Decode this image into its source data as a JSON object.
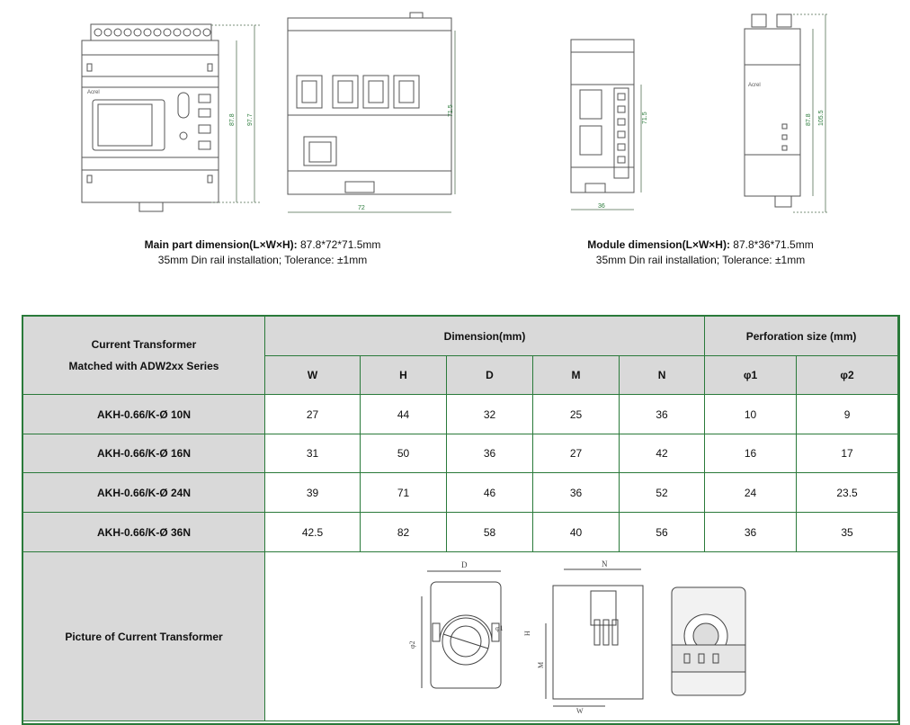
{
  "drawings": {
    "main_front": {
      "h1": "87.8",
      "h2": "97.7"
    },
    "main_side": {
      "h": "71.5",
      "w": "72"
    },
    "module_front": {
      "h": "71.5",
      "w": "36"
    },
    "module_side": {
      "h1": "87.8",
      "h2": "105.5"
    },
    "ct": {
      "D": "D",
      "N": "N",
      "phi1": "φ1",
      "phi2": "φ2",
      "M": "M",
      "W": "W",
      "H": "H"
    }
  },
  "captions": {
    "main": {
      "bold": "Main part dimension(L×W×H):",
      "value": " 87.8*72*71.5mm",
      "line2": "35mm Din rail installation; Tolerance: ±1mm"
    },
    "module": {
      "bold": "Module dimension(L×W×H):",
      "value": " 87.8*36*71.5mm",
      "line2": "35mm Din rail installation; Tolerance: ±1mm"
    }
  },
  "table": {
    "title_line1": "Current Transformer",
    "title_line2": "Matched with ADW2xx Series",
    "dimension_header": "Dimension(mm)",
    "perforation_header": "Perforation size (mm)",
    "columns": [
      "W",
      "H",
      "D",
      "M",
      "N",
      "φ1",
      "φ2"
    ],
    "rows": [
      {
        "model": "AKH-0.66/K-Ø 10N",
        "values": [
          "27",
          "44",
          "32",
          "25",
          "36",
          "10",
          "9"
        ]
      },
      {
        "model": "AKH-0.66/K-Ø 16N",
        "values": [
          "31",
          "50",
          "36",
          "27",
          "42",
          "16",
          "17"
        ]
      },
      {
        "model": "AKH-0.66/K-Ø 24N",
        "values": [
          "39",
          "71",
          "46",
          "36",
          "52",
          "24",
          "23.5"
        ]
      },
      {
        "model": "AKH-0.66/K-Ø 36N",
        "values": [
          "42.5",
          "82",
          "58",
          "40",
          "56",
          "36",
          "35"
        ]
      }
    ],
    "picture_label": "Picture of Current Transformer"
  }
}
